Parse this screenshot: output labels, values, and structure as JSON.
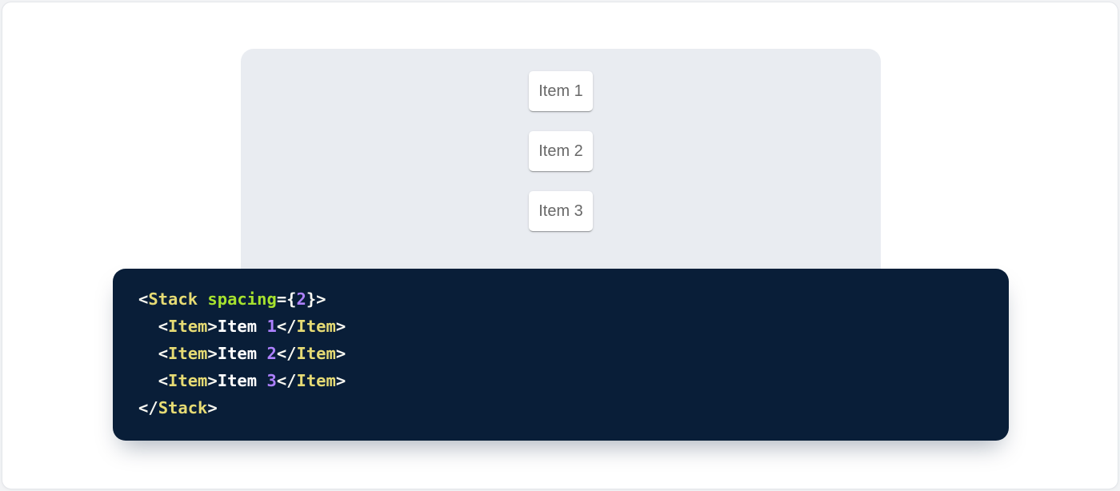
{
  "demo": {
    "panel_background": "#e9ecf1",
    "item_background": "#ffffff",
    "item_text_color": "#666666",
    "items": [
      {
        "label": "Item 1"
      },
      {
        "label": "Item 2"
      },
      {
        "label": "Item 3"
      }
    ]
  },
  "code": {
    "language": "jsx",
    "source": "<Stack spacing={2}>\n  <Item>Item 1</Item>\n  <Item>Item 2</Item>\n  <Item>Item 3</Item>\n</Stack>",
    "colors": {
      "background": "#091e38",
      "punctuation": "#f8f8f2",
      "plain": "#ffffff",
      "tag": "#e6db74",
      "attr_name": "#a6e22e",
      "number": "#ae81ff"
    },
    "lines": [
      [
        {
          "c": "p",
          "s": "<"
        },
        {
          "c": "t",
          "s": "Stack"
        },
        {
          "c": "pl",
          "s": " "
        },
        {
          "c": "a",
          "s": "spacing"
        },
        {
          "c": "p",
          "s": "={"
        },
        {
          "c": "n",
          "s": "2"
        },
        {
          "c": "p",
          "s": "}>"
        }
      ],
      [
        {
          "c": "pl",
          "s": "  "
        },
        {
          "c": "p",
          "s": "<"
        },
        {
          "c": "t",
          "s": "Item"
        },
        {
          "c": "p",
          "s": ">"
        },
        {
          "c": "pl",
          "s": "Item "
        },
        {
          "c": "n",
          "s": "1"
        },
        {
          "c": "p",
          "s": "</"
        },
        {
          "c": "t",
          "s": "Item"
        },
        {
          "c": "p",
          "s": ">"
        }
      ],
      [
        {
          "c": "pl",
          "s": "  "
        },
        {
          "c": "p",
          "s": "<"
        },
        {
          "c": "t",
          "s": "Item"
        },
        {
          "c": "p",
          "s": ">"
        },
        {
          "c": "pl",
          "s": "Item "
        },
        {
          "c": "n",
          "s": "2"
        },
        {
          "c": "p",
          "s": "</"
        },
        {
          "c": "t",
          "s": "Item"
        },
        {
          "c": "p",
          "s": ">"
        }
      ],
      [
        {
          "c": "pl",
          "s": "  "
        },
        {
          "c": "p",
          "s": "<"
        },
        {
          "c": "t",
          "s": "Item"
        },
        {
          "c": "p",
          "s": ">"
        },
        {
          "c": "pl",
          "s": "Item "
        },
        {
          "c": "n",
          "s": "3"
        },
        {
          "c": "p",
          "s": "</"
        },
        {
          "c": "t",
          "s": "Item"
        },
        {
          "c": "p",
          "s": ">"
        }
      ],
      [
        {
          "c": "p",
          "s": "</"
        },
        {
          "c": "t",
          "s": "Stack"
        },
        {
          "c": "p",
          "s": ">"
        }
      ]
    ]
  }
}
